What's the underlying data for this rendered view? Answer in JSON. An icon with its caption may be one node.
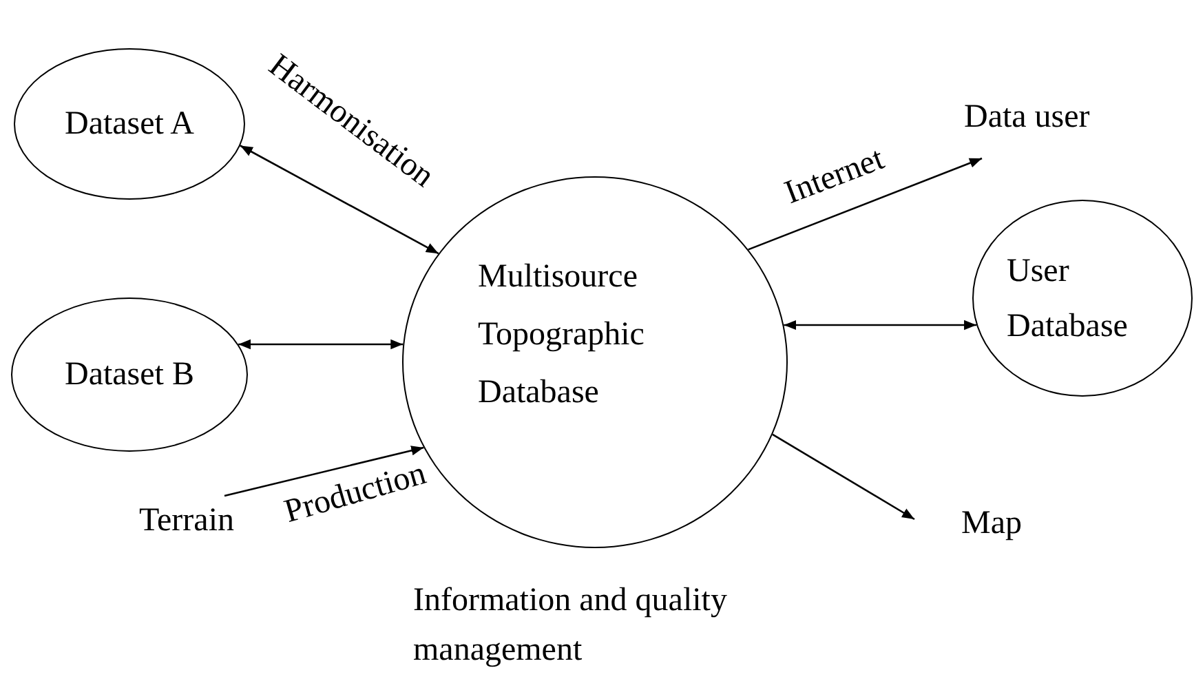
{
  "diagram": {
    "nodes": [
      {
        "text": [
          "Dataset A"
        ]
      },
      {
        "text": [
          "Dataset B"
        ]
      },
      {
        "text": [
          "Multisource Topographic Database"
        ]
      },
      {
        "text": [
          "Data user"
        ]
      },
      {
        "text": [
          "User Database"
        ]
      },
      {
        "text": [
          "Terrain"
        ]
      },
      {
        "text": [
          "Map"
        ]
      }
    ],
    "edges": [
      {
        "from": 0,
        "to": 2,
        "arrow": "both",
        "label": "Harmonisation"
      },
      {
        "from": 1,
        "to": 2,
        "arrow": "both"
      },
      {
        "from": 5,
        "to": 2,
        "arrow": "to",
        "label": "Production"
      },
      {
        "from": 2,
        "to": 3,
        "arrow": "to",
        "label": "Internet"
      },
      {
        "from": 2,
        "to": 4,
        "arrow": "both"
      },
      {
        "from": 2,
        "to": 6,
        "arrow": "to"
      }
    ],
    "labels": [
      "Information and quality management"
    ]
  }
}
